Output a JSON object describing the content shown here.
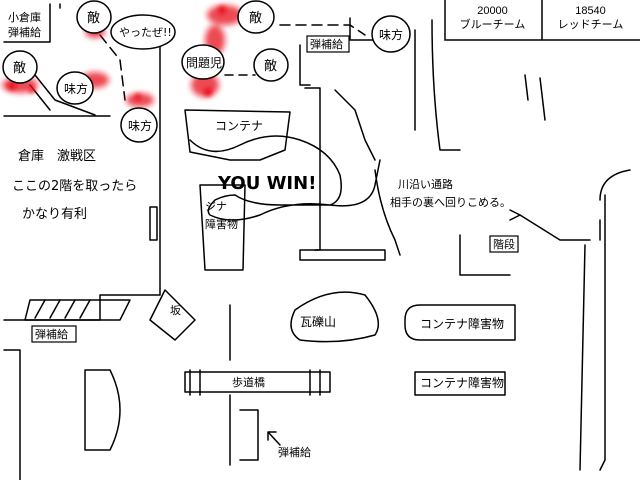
{
  "scoreboard": {
    "blue": {
      "score": "20000",
      "team": "ブルーチーム"
    },
    "red": {
      "score": "18540",
      "team": "レッドチーム"
    }
  },
  "labels": {
    "small_warehouse": "小倉庫",
    "ammo_top_left": "弾補給",
    "ammo_top": "弾補給",
    "ammo_left": "弾補給",
    "ammo_bottom": "弾補給",
    "enemy": "敵",
    "ally": "味方",
    "speech": "やったぜ!!",
    "problem_child": "問題児",
    "container": "コンテナ",
    "you_win": "YOU WIN!",
    "warehouse_battle_1": "倉庫　激戦区",
    "warehouse_battle_2": "ここの2階を取ったら",
    "warehouse_battle_3": "かなり有利",
    "river_path_1": "川沿い通路",
    "river_path_2": "相手の裏へ回りこめる。",
    "container_obstacle_small_1": "ジナ",
    "container_obstacle_small_2": "障害物",
    "stairs": "階段",
    "slope": "坂",
    "rubble": "瓦礫山",
    "container_obstacle": "コンテナ障害物",
    "footbridge": "歩道橋"
  },
  "colors": {
    "ink": "#000000",
    "blood": "#e8101a",
    "paper": "#ffffff"
  }
}
